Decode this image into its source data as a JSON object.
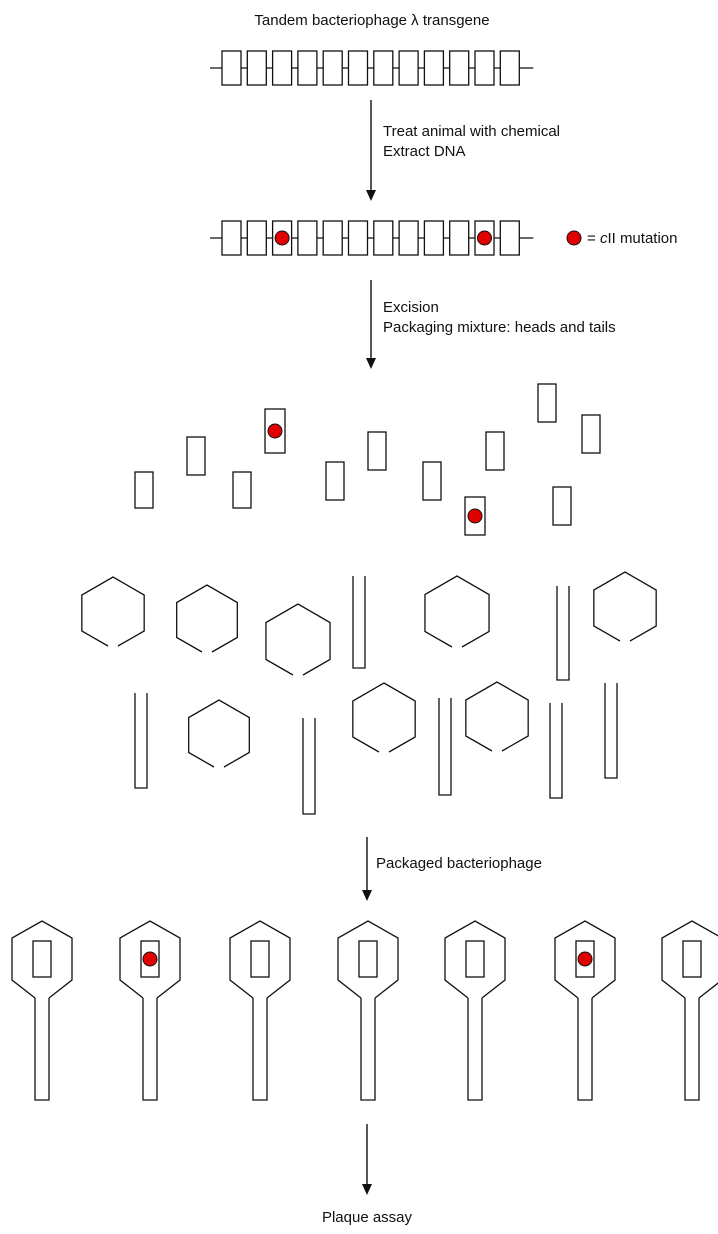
{
  "title": "Tandem bacteriophage λ transgene",
  "step1": {
    "line1": "Treat animal with chemical",
    "line2": "Extract DNA"
  },
  "legend": {
    "prefix": "= ",
    "gene": "c",
    "suffix": "II mutation",
    "mutation_color": "#e00000"
  },
  "step2": {
    "line1": "Excision",
    "line2": "Packaging mixture: heads and tails"
  },
  "step3": {
    "label": "Packaged bacteriophage"
  },
  "step4": {
    "label": "Plaque assay"
  },
  "colors": {
    "stroke": "#111111",
    "mutation": "#e00000"
  }
}
